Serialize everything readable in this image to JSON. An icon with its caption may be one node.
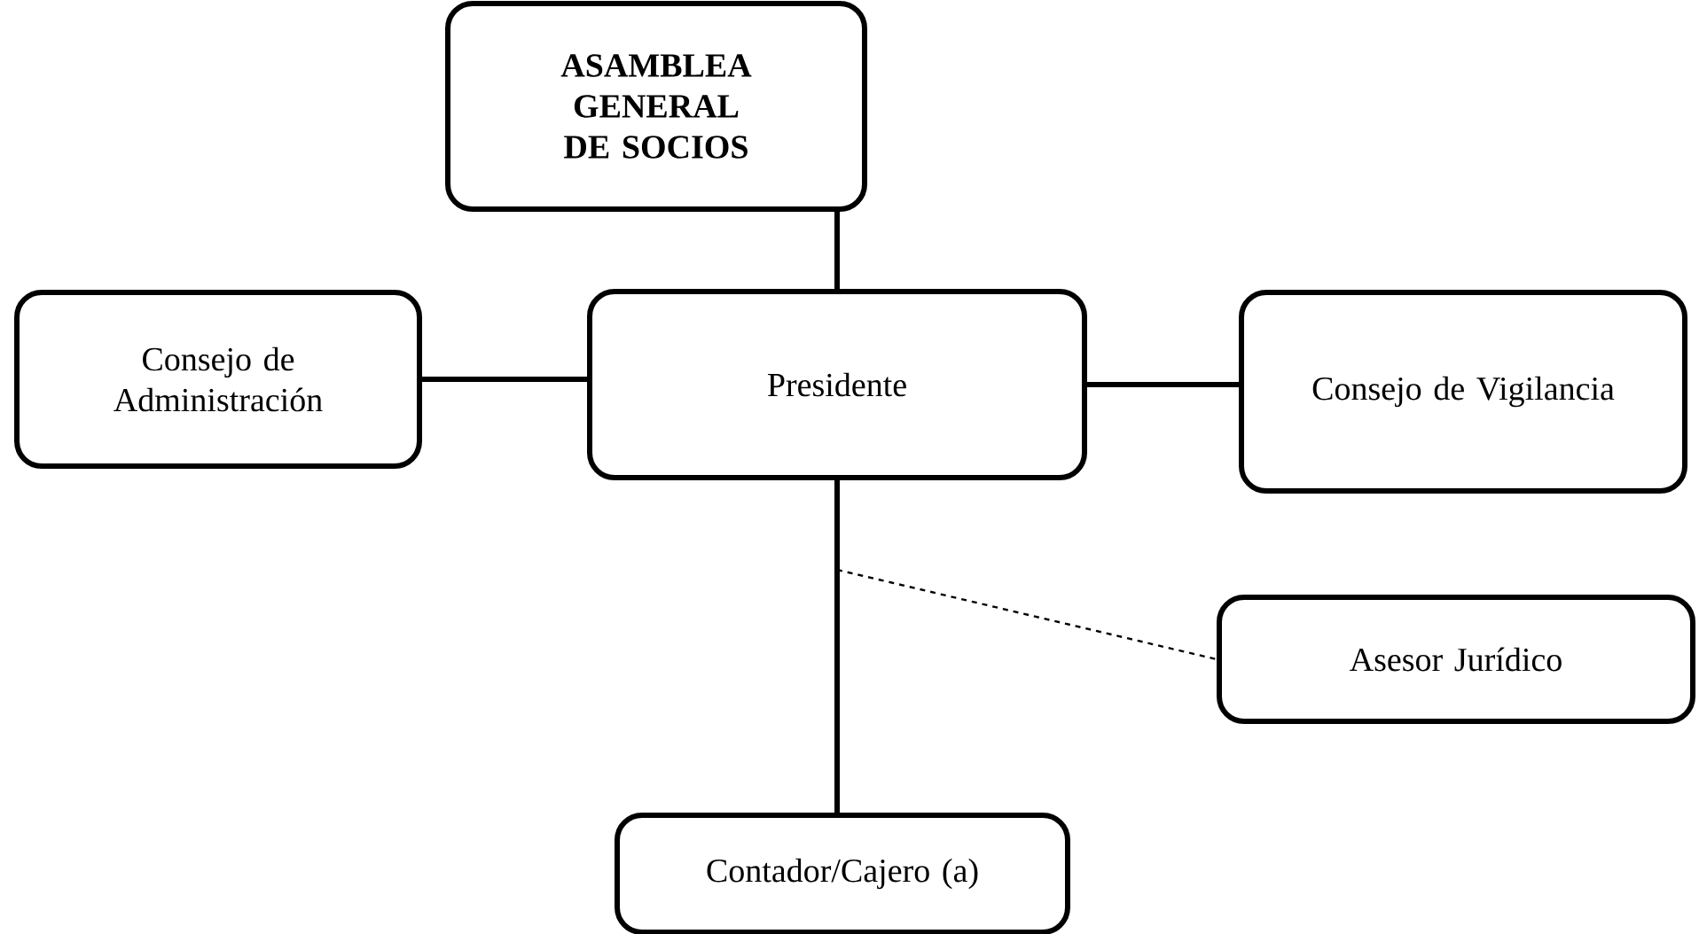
{
  "diagram": {
    "nodes": [
      {
        "text": [
          "ASAMBLEA GENERAL DE SOCIOS"
        ]
      },
      {
        "text": [
          "Consejo de Administración"
        ]
      },
      {
        "text": [
          "Presidente"
        ]
      },
      {
        "text": [
          "Consejo de Vigilancia"
        ]
      },
      {
        "text": [
          "Asesor Jurídico"
        ]
      },
      {
        "text": [
          "Contador/Cajero (a)"
        ]
      }
    ],
    "edges": [
      {
        "from": 0,
        "to": 2,
        "arrow": "none"
      },
      {
        "from": 1,
        "to": 2,
        "arrow": "none"
      },
      {
        "from": 2,
        "to": 3,
        "arrow": "none"
      },
      {
        "from": 2,
        "to": 4,
        "arrow": "none",
        "style": "dashed"
      },
      {
        "from": 2,
        "to": 5,
        "arrow": "none"
      }
    ]
  }
}
